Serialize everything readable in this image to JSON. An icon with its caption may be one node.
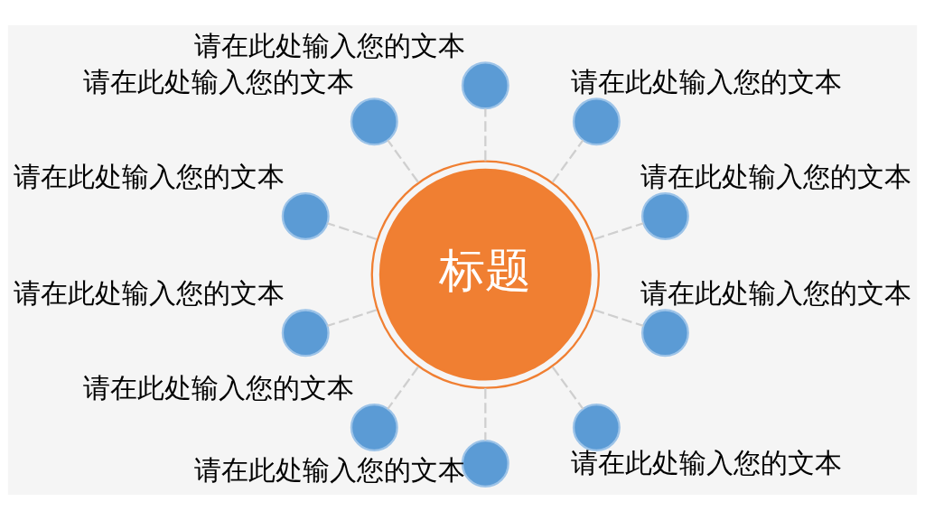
{
  "diagram": {
    "nodes": [
      {
        "text": [
          "标题"
        ]
      },
      {
        "text": [],
        "shape": "circle",
        "beside": [
          "请在此处输入您的文本"
        ]
      },
      {
        "text": [],
        "shape": "circle",
        "beside": [
          "请在此处输入您的文本"
        ]
      },
      {
        "text": [],
        "shape": "circle",
        "beside": [
          "请在此处输入您的文本"
        ]
      },
      {
        "text": [],
        "shape": "circle",
        "beside": [
          "请在此处输入您的文本"
        ]
      },
      {
        "text": [],
        "shape": "circle",
        "beside": [
          "请在此处输入您的文本"
        ]
      },
      {
        "text": [],
        "shape": "circle",
        "beside": [
          "请在此处输入您的文本"
        ]
      },
      {
        "text": [],
        "shape": "circle",
        "beside": [
          "请在此处输入您的文本"
        ]
      },
      {
        "text": [],
        "shape": "circle",
        "beside": [
          "请在此处输入您的文本"
        ]
      },
      {
        "text": [],
        "shape": "circle",
        "beside": [
          "请在此处输入您的文本"
        ]
      },
      {
        "text": [],
        "shape": "circle",
        "beside": [
          "请在此处输入您的文本"
        ]
      }
    ],
    "edges": [
      {
        "from": 0,
        "to": 1,
        "arrow": "none",
        "style": "dashed"
      },
      {
        "from": 0,
        "to": 2,
        "arrow": "none",
        "style": "dashed"
      },
      {
        "from": 0,
        "to": 3,
        "arrow": "none",
        "style": "dashed"
      },
      {
        "from": 0,
        "to": 4,
        "arrow": "none",
        "style": "dashed"
      },
      {
        "from": 0,
        "to": 5,
        "arrow": "none",
        "style": "dashed"
      },
      {
        "from": 0,
        "to": 6,
        "arrow": "none",
        "style": "dashed"
      },
      {
        "from": 0,
        "to": 7,
        "arrow": "none",
        "style": "dashed"
      },
      {
        "from": 0,
        "to": 8,
        "arrow": "none",
        "style": "dashed"
      },
      {
        "from": 0,
        "to": 9,
        "arrow": "none",
        "style": "dashed"
      },
      {
        "from": 0,
        "to": 10,
        "arrow": "none",
        "style": "dashed"
      }
    ]
  }
}
